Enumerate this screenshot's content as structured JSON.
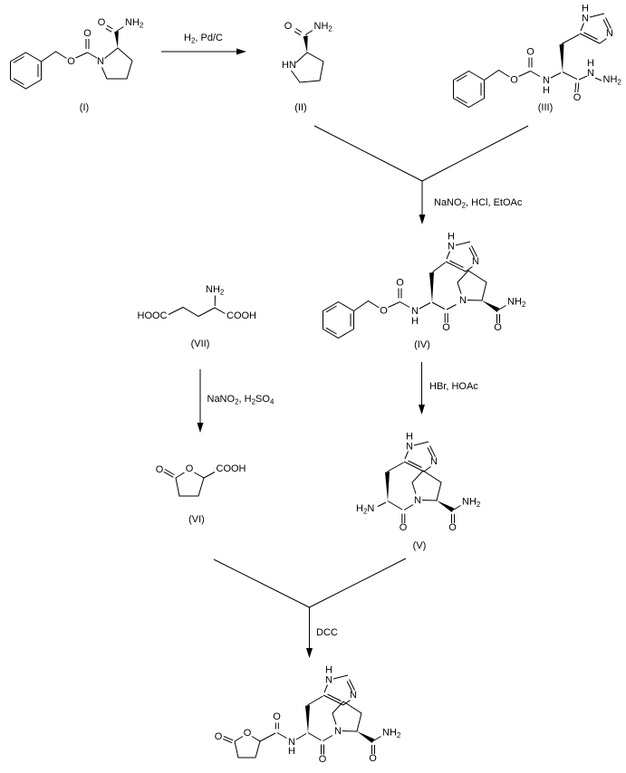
{
  "shared": {
    "cbz": {
      "o_ester": "O",
      "o_top": "O"
    },
    "imidazole": {
      "h": "H",
      "n1": "N",
      "n3": "N"
    },
    "prolinamide": {
      "n": "N",
      "o": "O",
      "nh2_main": "NH",
      "nh2_sub": "2"
    }
  },
  "reagents": {
    "h2_pdc": {
      "p1": "H",
      "s1": "2",
      "p2": ", Pd/C"
    },
    "nano2_hcl_etoac": {
      "p1": "NaNO",
      "s1": "2",
      "p2": ", HCl, EtOAc"
    },
    "hbr_hoac": "HBr, HOAc",
    "nano2_h2so4": {
      "p1": "NaNO",
      "s1": "2",
      "p2": ", H",
      "s2": "2",
      "p3": "SO",
      "s3": "4"
    },
    "dcc": "DCC"
  },
  "compounds": {
    "i": {
      "label": "(I)",
      "o_amide": "O",
      "nh2_main": "NH",
      "nh2_sub": "2",
      "n": "N"
    },
    "ii": {
      "label": "(II)",
      "o_amide": "O",
      "nh2_main": "NH",
      "nh2_sub": "2",
      "hn": "HN"
    },
    "iii": {
      "label": "(III)",
      "n": "N",
      "h": "H",
      "o_amide": "O",
      "hydrazide_h": "H",
      "hydrazide_n": "N",
      "nh2_main": "NH",
      "nh2_sub": "2"
    },
    "iv": {
      "label": "(IV)",
      "n": "N",
      "h": "H",
      "o_amide": "O"
    },
    "v": {
      "label": "(V)",
      "h2n_p1": "H",
      "h2n_s1": "2",
      "h2n_p2": "N",
      "o_amide": "O"
    },
    "vi": {
      "label": "(VI)",
      "o_exo": "O",
      "o_ring": "O",
      "cooh": "COOH"
    },
    "vii": {
      "label": "(VII)",
      "nh2_main": "NH",
      "nh2_sub": "2",
      "hooc": "HOOC",
      "cooh": "COOH"
    },
    "product": {
      "o_exo": "O",
      "o_ring": "O",
      "o_top": "O",
      "n": "N",
      "h": "H",
      "o_amide": "O"
    }
  }
}
